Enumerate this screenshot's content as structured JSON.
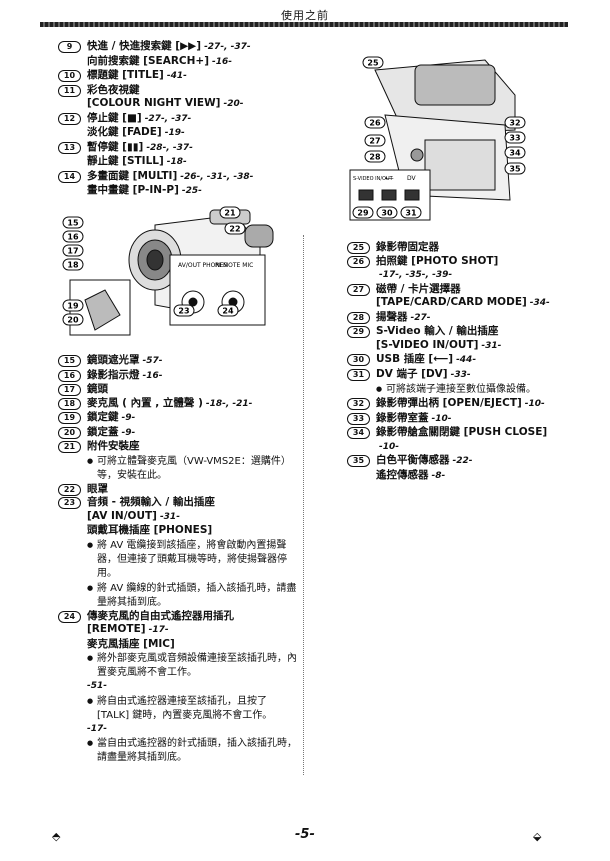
{
  "header": {
    "title": "使用之前"
  },
  "top_left": [
    {
      "num": "9",
      "lines": [
        {
          "text": "快進 / 快進搜索鍵 [▶▶]",
          "ref": "-27-, -37-"
        },
        {
          "text": "向前搜索鍵 [SEARCH+]",
          "ref": "-16-"
        }
      ]
    },
    {
      "num": "10",
      "lines": [
        {
          "text": "標題鍵 [TITLE]",
          "ref": "-41-"
        }
      ]
    },
    {
      "num": "11",
      "lines": [
        {
          "text": "彩色夜視鍵",
          "ref": ""
        },
        {
          "text": "[COLOUR NIGHT VIEW]",
          "ref": "-20-"
        }
      ]
    },
    {
      "num": "12",
      "lines": [
        {
          "text": "停止鍵 [■]",
          "ref": "-27-, -37-"
        },
        {
          "text": "淡化鍵 [FADE]",
          "ref": "-19-"
        }
      ]
    },
    {
      "num": "13",
      "lines": [
        {
          "text": "暫停鍵 [▮▮]",
          "ref": "-28-, -37-"
        },
        {
          "text": "靜止鍵 [STILL]",
          "ref": "-18-"
        }
      ]
    },
    {
      "num": "14",
      "lines": [
        {
          "text": "多畫面鍵 [MULTI]",
          "ref": "-26-, -31-, -38-"
        },
        {
          "text": "畫中畫鍵 [P-IN-P]",
          "ref": "-25-"
        }
      ]
    }
  ],
  "bottom_left": [
    {
      "num": "15",
      "text": "鏡頭遮光罩",
      "ref": "-57-"
    },
    {
      "num": "16",
      "text": "錄影指示燈",
      "ref": "-16-"
    },
    {
      "num": "17",
      "text": "鏡頭",
      "ref": ""
    },
    {
      "num": "18",
      "text": "麥克風 ( 內置 , 立體聲 )",
      "ref": "-18-, -21-"
    },
    {
      "num": "19",
      "text": "鎖定鍵",
      "ref": "-9-"
    },
    {
      "num": "20",
      "text": "鎖定蓋",
      "ref": "-9-"
    },
    {
      "num": "21",
      "text": "附件安裝座",
      "ref": "",
      "bullets": [
        "可將立體聲麥克風（VW-VMS2E：選購件）等，安裝在此。"
      ]
    },
    {
      "num": "22",
      "text": "眼罩",
      "ref": ""
    },
    {
      "num": "23",
      "text": "音頻 - 視頻輸入 / 輸出插座",
      "ref": "",
      "extra": [
        {
          "text": "[AV IN/OUT]",
          "ref": "-31-"
        },
        {
          "text": "頭戴耳機插座 [PHONES]",
          "ref": ""
        }
      ],
      "bullets": [
        "將 AV 電纜接到該插座，將會啟動內置揚聲器，但連接了頭戴耳機等時，將使揚聲器停用。",
        "將 AV 纜線的針式插頭，插入該插孔時，請盡量將其插到底。"
      ]
    },
    {
      "num": "24",
      "text": "傳麥克風的自由式遙控器用插孔",
      "ref": "",
      "extra": [
        {
          "text": "[REMOTE]",
          "ref": "-17-"
        },
        {
          "text": "麥克風插座 [MIC]",
          "ref": ""
        }
      ],
      "bullets2": [
        {
          "text": "將外部麥克風或音頻設備連接至該插孔時，內置麥克風將不會工作。",
          "ref": "-51-"
        },
        {
          "text": "將自由式遙控器連接至該插孔，且按了 [TALK] 鍵時，內置麥克風將不會工作。",
          "ref": "-17-"
        },
        {
          "text": "當自由式遙控器的針式插頭，插入該插孔時，請盡量將其插到底。",
          "ref": ""
        }
      ]
    }
  ],
  "right_col": [
    {
      "num": "25",
      "text": "錄影帶固定器",
      "ref": ""
    },
    {
      "num": "26",
      "text": "拍照鍵 [PHOTO SHOT]",
      "ref": "",
      "extra": [
        {
          "text": "",
          "ref": "-17-, -35-, -39-"
        }
      ]
    },
    {
      "num": "27",
      "text": "磁帶 / 卡片選擇器",
      "ref": "",
      "extra": [
        {
          "text": "[TAPE/CARD/CARD MODE]",
          "ref": "-34-"
        }
      ]
    },
    {
      "num": "28",
      "text": "揚聲器",
      "ref": "-27-"
    },
    {
      "num": "29",
      "text": "S-Video 輸入 / 輸出插座",
      "ref": "",
      "extra": [
        {
          "text": "[S-VIDEO IN/OUT]",
          "ref": "-31-"
        }
      ]
    },
    {
      "num": "30",
      "text": "USB 插座 [⟵]",
      "ref": "-44-"
    },
    {
      "num": "31",
      "text": "DV 端子 [DV]",
      "ref": "-33-",
      "bullets": [
        "可將該端子連接至數位攝像設備。"
      ]
    },
    {
      "num": "32",
      "text": "錄影帶彈出柄 [OPEN/EJECT]",
      "ref": "-10-"
    },
    {
      "num": "33",
      "text": "錄影帶室蓋",
      "ref": "-10-"
    },
    {
      "num": "34",
      "text": "錄影帶艙盒關閉鍵 [PUSH CLOSE]",
      "ref": "",
      "extra": [
        {
          "text": "",
          "ref": "-10-"
        }
      ]
    },
    {
      "num": "35",
      "text": "白色平衡傳感器",
      "ref": "-22-",
      "extra": [
        {
          "text": "遙控傳感器",
          "ref": "-8-"
        }
      ]
    }
  ],
  "figure_left": {
    "callouts": [
      "15",
      "16",
      "17",
      "18",
      "19",
      "20",
      "21",
      "22",
      "23",
      "24"
    ],
    "panel_labels": [
      "AV/OUT PHONES",
      "REMOTE MIC"
    ]
  },
  "figure_right": {
    "callouts": [
      "25",
      "26",
      "27",
      "28",
      "29",
      "30",
      "31",
      "32",
      "33",
      "34",
      "35"
    ],
    "port_labels": [
      "S-VIDEO IN/OUT",
      "⟵",
      "DV"
    ]
  },
  "footer": {
    "page": "-5-"
  }
}
